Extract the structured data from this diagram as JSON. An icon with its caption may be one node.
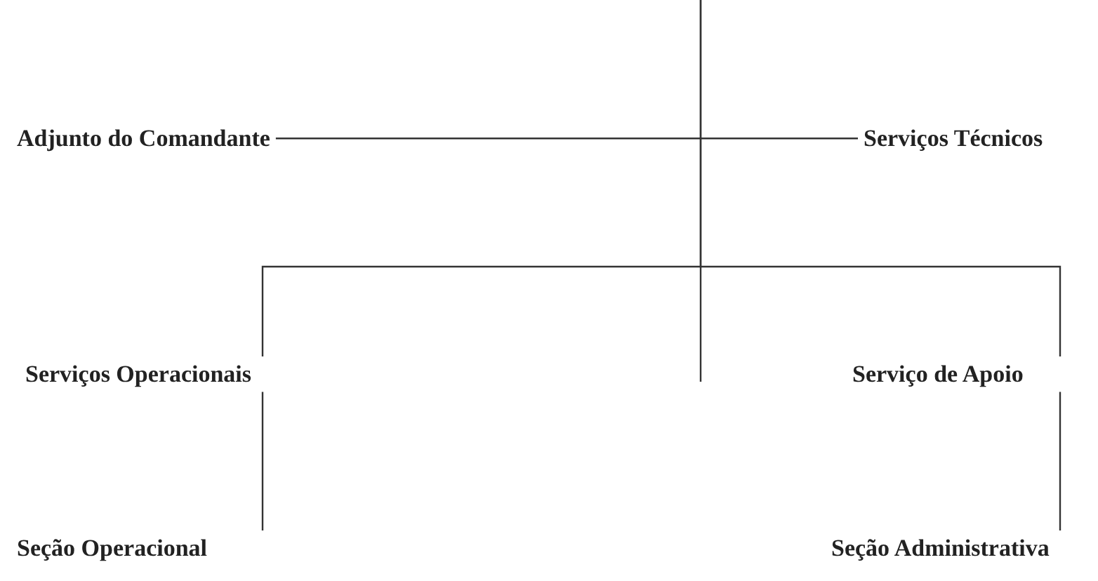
{
  "diagram": {
    "nodes": [
      {
        "text": [
          "Adjunto do Comandante"
        ]
      },
      {
        "text": [
          "Serviços Técnicos"
        ]
      },
      {
        "text": [
          "Serviços Operacionais"
        ]
      },
      {
        "text": [
          "Serviço de Apoio"
        ]
      },
      {
        "text": [
          "Seção Operacional"
        ]
      },
      {
        "text": [
          "Seção Administrativa"
        ]
      }
    ],
    "edges": [
      {
        "from": 0,
        "to": 1,
        "arrow": "none"
      },
      {
        "from": null,
        "to": 2,
        "arrow": "none"
      },
      {
        "from": null,
        "to": 3,
        "arrow": "none"
      },
      {
        "from": 2,
        "to": 4,
        "arrow": "none"
      },
      {
        "from": 3,
        "to": 5,
        "arrow": "none"
      }
    ]
  }
}
